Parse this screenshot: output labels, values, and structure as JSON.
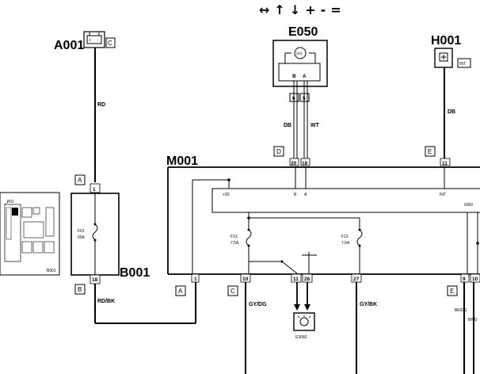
{
  "toolbar": {
    "pan_horizontal": "↔",
    "pan_up": "↑",
    "pan_down": "↓",
    "zoom_in": "+",
    "zoom_out": "-",
    "zoom_fit": "="
  },
  "components": {
    "a001": "A001",
    "e050": "E050",
    "h001": "H001",
    "m001": "M001",
    "b001": "B001",
    "e3060": "E3060",
    "b001_small": "B001",
    "f01_small": "F01"
  },
  "connectors": {
    "a001_c": "C",
    "m001_d": "D",
    "m001_e_top": "E",
    "b001_a": "A",
    "b001_b": "B",
    "m001_a": "A",
    "m001_c": "C",
    "m001_e_bottom": "E",
    "h001_int": "INT"
  },
  "wires": {
    "rd": "RD",
    "db_left": "DB",
    "wt": "WT",
    "db_right": "DB",
    "rd_bk": "RD/BK",
    "gy_dg": "GY/DG",
    "gy_bk": "GY/BK",
    "bk_dg": "BK/DG",
    "bk_d": "BK/D"
  },
  "pins": {
    "e050_b": "B",
    "e050_a": "A",
    "e050_6": "6",
    "e050_5": "5",
    "m001_20": "20",
    "m001_18": "18",
    "m001_11_top": "11",
    "b001_1": "1",
    "b001_18": "18",
    "m001_1": "1",
    "m001_10": "10",
    "m001_11_bot": "11",
    "m001_26": "26",
    "m001_27": "27",
    "m001_9": "9",
    "m001_10_right": "10"
  },
  "internal": {
    "plus30": "+30",
    "b": "B",
    "a": "A",
    "int": "INT",
    "gnd": "GND"
  },
  "fuses": {
    "f01_name": "F01",
    "f01_rating": "60A",
    "f13_name": "F13",
    "f13_rating": "7,5A",
    "f12_name": "F12",
    "f12_rating": "7,5A"
  },
  "colors": {
    "ink": "#000000",
    "background": "#ffffff"
  }
}
